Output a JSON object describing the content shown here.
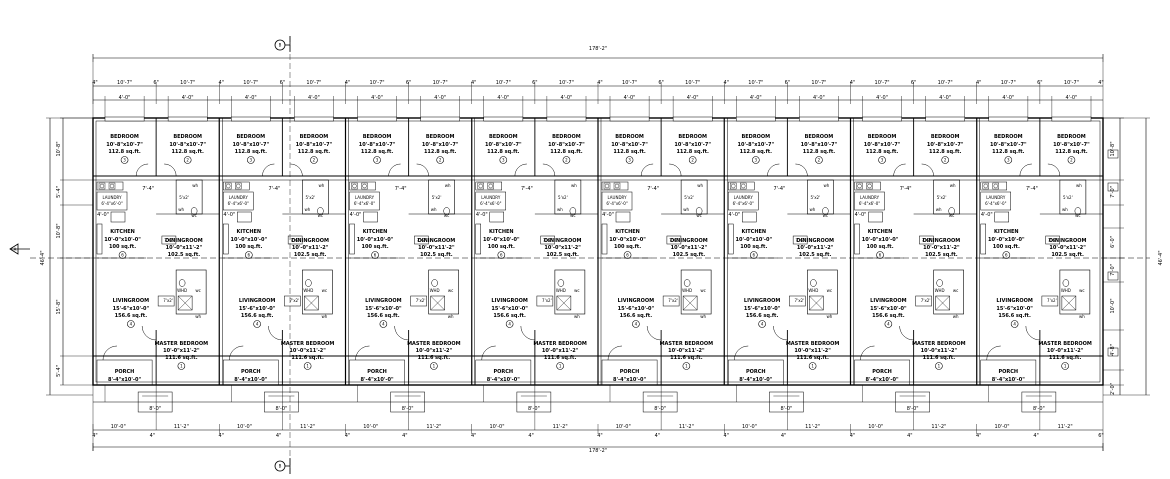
{
  "overall": {
    "top_length": "178'-2\"",
    "bottom_length": "178'-2\"",
    "left_width": "46'-4\"",
    "right_width": "46'-4\""
  },
  "section_markers": {
    "top": "B",
    "bottom": "B",
    "left": "A"
  },
  "dims": {
    "bay_top": "10'-7\"",
    "wall": "4\"",
    "wall_end": "6\"",
    "window": "4'-0\"",
    "bay_bottom_a": "10'-0\"",
    "bay_bottom_b": "11'-2\"",
    "porch_opening": "8'-0\"",
    "left_dims": [
      "10'-8\"",
      "5'-4\"",
      "10'-8\"",
      "15'-8\"",
      "5'-4\""
    ],
    "right_dims": [
      "10'-8\"",
      "7'-0\"",
      "6'-0\"",
      "7'-0\"",
      "10'-0\"",
      "4'-8\"",
      "2'-0\""
    ],
    "hall": "7'-4\"",
    "hall2": "4'-0\"",
    "closet": "5'x2'",
    "closet2": "7'x2'",
    "wh_short": "wh"
  },
  "rooms": {
    "bedroom3": {
      "name": "BEDROOM",
      "size": "10'-8\"x10'-7\"",
      "area": "112.8 sq.ft.",
      "num": "3"
    },
    "bedroom2": {
      "name": "BEDROOM",
      "size": "10'-8\"x10'-7\"",
      "area": "112.8 sq.ft.",
      "num": "2"
    },
    "laundry": {
      "name": "LAUNDRY",
      "size": "6'-4\"x6'-0\""
    },
    "kitchen": {
      "name": "KITCHEN",
      "size": "10'-0\"x10'-0\"",
      "area": "100 sq.ft.",
      "num": "6"
    },
    "dining": {
      "name": "DININGROOM",
      "size": "10'-0\"x11'-2\"",
      "area": "102.5 sq.ft.",
      "num": "5"
    },
    "living": {
      "name": "LIVINGROOM",
      "size": "15'-6\"x10'-0\"",
      "area": "156.6 sq.ft.",
      "num": "4"
    },
    "master": {
      "name": "MASTER BEDROOM",
      "size": "10'-0\"x11'-2\"",
      "area": "111.6 sq.ft.",
      "num": "1"
    },
    "porch": {
      "name": "PORCH",
      "size": "8'-4\"x10'-0\""
    }
  },
  "fixtures": {
    "wc": "wc",
    "wh": "wh",
    "whd": "WHD"
  },
  "colors": {
    "line": "#000000",
    "background": "#ffffff"
  }
}
